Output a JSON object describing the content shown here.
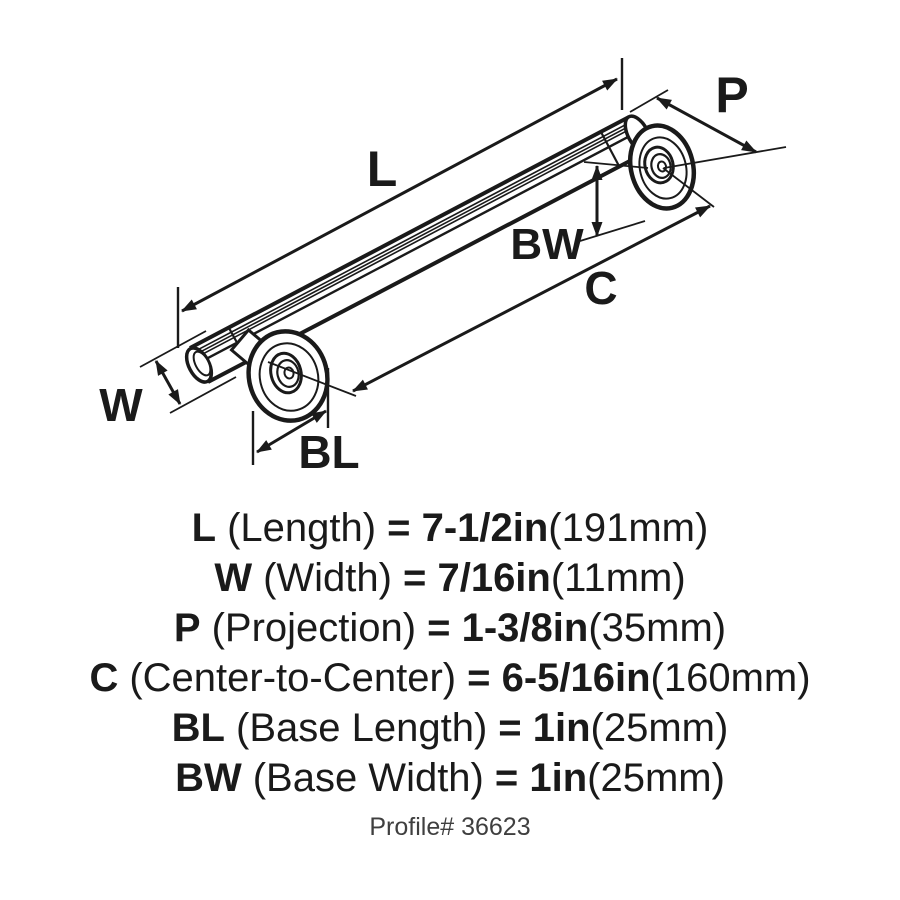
{
  "diagram": {
    "labels": {
      "length": "L",
      "projection": "P",
      "base_width": "BW",
      "center_to_center": "C",
      "width": "W",
      "base_length": "BL"
    }
  },
  "specs": [
    {
      "code": "L",
      "name": "(Length)",
      "value": "= 7-1/2in",
      "metric": "(191mm)"
    },
    {
      "code": "W",
      "name": "(Width)",
      "value": "= 7/16in",
      "metric": "(11mm)"
    },
    {
      "code": "P",
      "name": "(Projection)",
      "value": "= 1-3/8in",
      "metric": "(35mm)"
    },
    {
      "code": "C",
      "name": "(Center-to-Center)",
      "value": "= 6-5/16in",
      "metric": "(160mm)"
    },
    {
      "code": "BL",
      "name": "(Base Length)",
      "value": "= 1in",
      "metric": "(25mm)"
    },
    {
      "code": "BW",
      "name": "(Base Width)",
      "value": "= 1in",
      "metric": "(25mm)"
    }
  ],
  "footer": {
    "profile": "Profile# 36623"
  },
  "colors": {
    "ink": "#1a1a1a",
    "muted": "#3f3f3f",
    "background": "#ffffff"
  }
}
